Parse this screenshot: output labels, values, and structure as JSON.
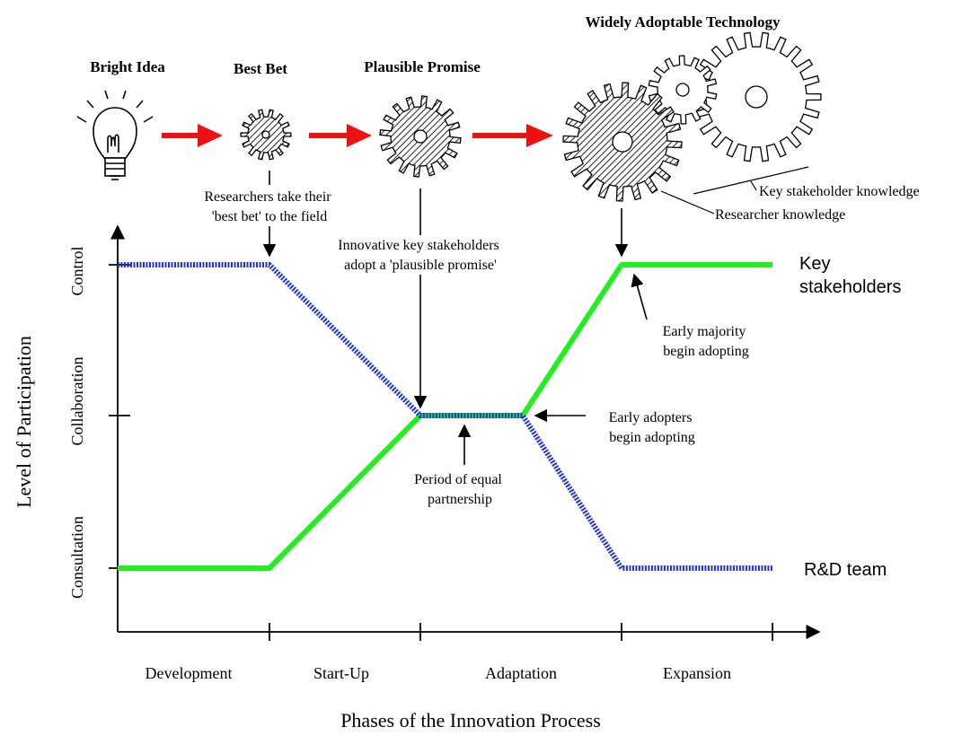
{
  "stages": {
    "bright_idea": "Bright Idea",
    "best_bet": "Best Bet",
    "plausible_promise": "Plausible Promise",
    "widely_adoptable": "Widely Adoptable Technology"
  },
  "annotations": {
    "researchers_line1": "Researchers take their",
    "researchers_line2": "'best bet' to the field",
    "innovative_line1": "Innovative key stakeholders",
    "innovative_line2": "adopt a 'plausible promise'",
    "key_stakeholder_knowledge": "Key stakeholder knowledge",
    "researcher_knowledge": "Researcher knowledge",
    "early_majority_line1": "Early majority",
    "early_majority_line2": "begin adopting",
    "early_adopters_line1": "Early adopters",
    "early_adopters_line2": "begin adopting",
    "equal_partnership_line1": "Period of  equal",
    "equal_partnership_line2": "partnership"
  },
  "legend": {
    "key_line1": "Key",
    "key_line2": "stakeholders",
    "rd_team": "R&D team"
  },
  "axes": {
    "y_title": "Level of Participation",
    "y_levels": [
      "Consultation",
      "Collaboration",
      "Control"
    ],
    "x_title": "Phases of the Innovation Process",
    "x_phases": [
      "Development",
      "Start-Up",
      "Adaptation",
      "Expansion"
    ]
  },
  "colors": {
    "key_stakeholders_line": "#22ee22",
    "rd_team_line": "#2233dd",
    "arrow_red": "#ee1111",
    "axis": "#000000"
  },
  "icons": [
    "lightbulb-icon",
    "small-gear-icon",
    "medium-gear-icon",
    "large-gear-cluster-icon"
  ]
}
